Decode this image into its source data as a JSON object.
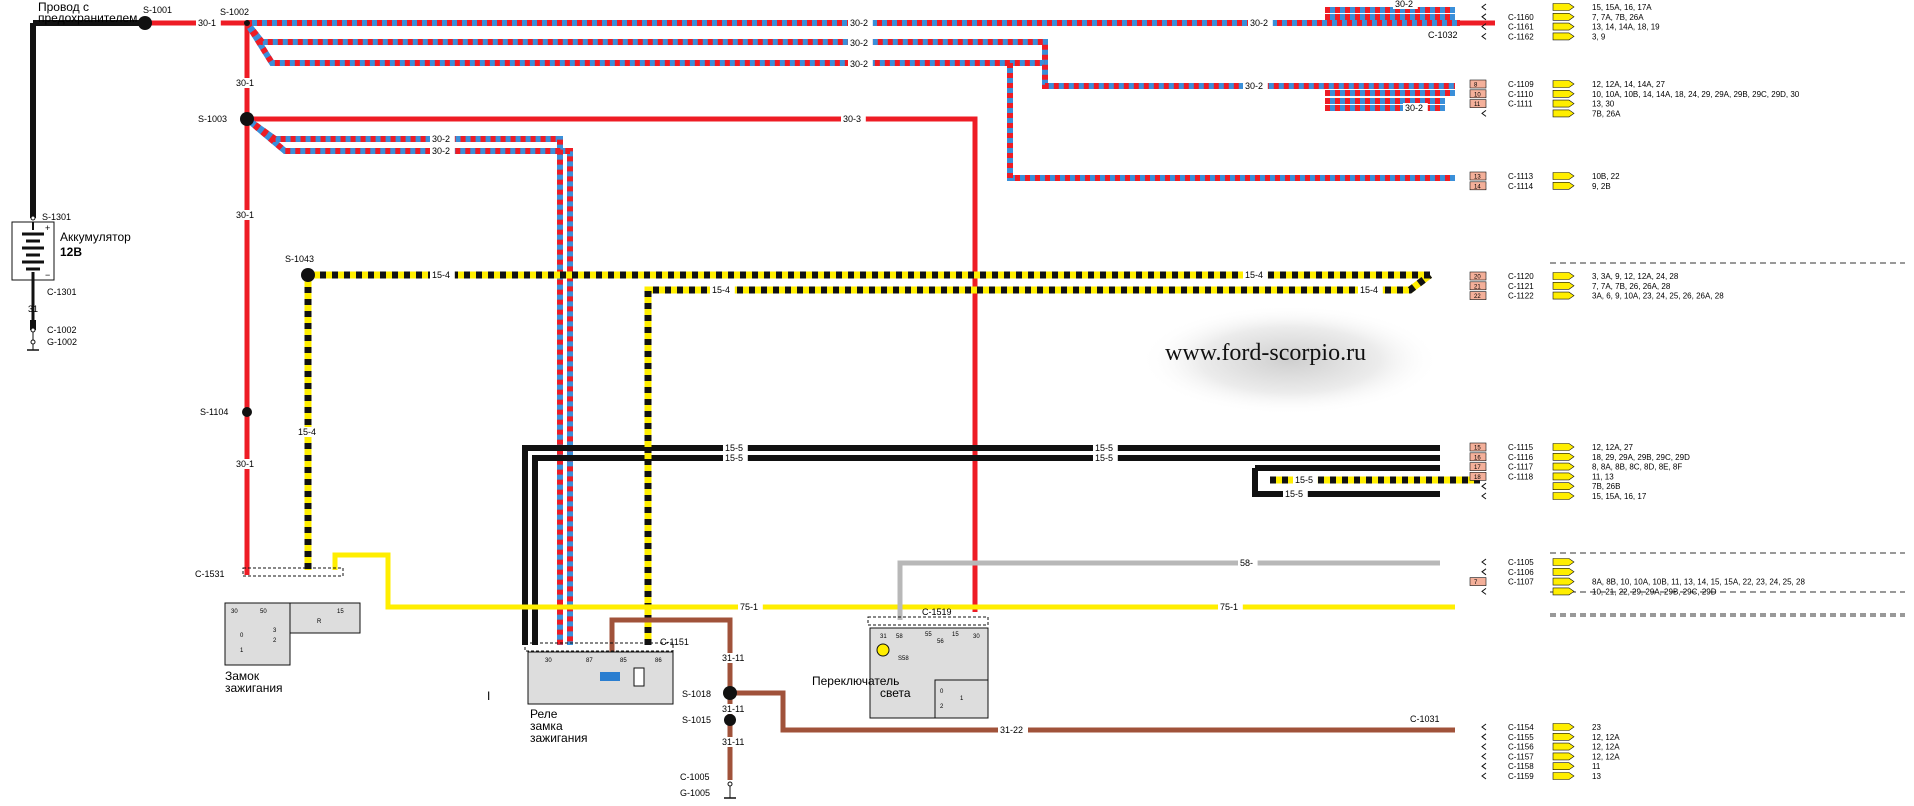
{
  "watermark": "www.ford-scorpio.ru",
  "components": {
    "fuse_wire": "Провод с\nпредохранителем",
    "battery": {
      "name": "Аккумулятор",
      "voltage": "12В"
    },
    "ignition_switch": "Замок\nзажигания",
    "ignition_relay": "Реле\nзамка\nзажигания",
    "light_switch": "Переключатель\nсвета",
    "relay_symbol": "I"
  },
  "splices": [
    {
      "id": "S-1001"
    },
    {
      "id": "S-1002"
    },
    {
      "id": "S-1003"
    },
    {
      "id": "S-1043"
    },
    {
      "id": "S-1104"
    },
    {
      "id": "S-1301"
    },
    {
      "id": "S-1018"
    },
    {
      "id": "S-1015"
    }
  ],
  "connectors_left": [
    "C-1301",
    "C-1002",
    "G-1002",
    "C-1531",
    "C-1151",
    "C-1519",
    "C-1005",
    "G-1005",
    "C-1031",
    "C-1032"
  ],
  "wires": {
    "w30_1": "30-1",
    "w30_2": "30-2",
    "w30_3": "30-3",
    "w15_4": "15-4",
    "w15_5": "15-5",
    "w75_1": "75-1",
    "w58": "58-",
    "w31_11": "31-11",
    "w31_22": "31-22",
    "w31": "31"
  },
  "switch_pins": {
    "ign": [
      "30",
      "50",
      "15",
      "R",
      "0",
      "1",
      "2",
      "3"
    ],
    "relay": [
      "30",
      "87",
      "85",
      "86"
    ],
    "light": [
      "31",
      "58",
      "55",
      "56",
      "15",
      "30",
      "S58",
      "0",
      "1",
      "2"
    ]
  },
  "connector_groups": [
    {
      "items": [
        {
          "id": "",
          "pin": "",
          "values": "15, 15A, 16, 17A"
        },
        {
          "id": "C-1160",
          "pin": "",
          "values": "7, 7A, 7B, 26A"
        },
        {
          "id": "C-1161",
          "pin": "",
          "values": "13, 14, 14A, 18, 19"
        },
        {
          "id": "C-1162",
          "pin": "",
          "values": "3, 9"
        }
      ]
    },
    {
      "items": [
        {
          "id": "C-1109",
          "pin": "8",
          "values": "12, 12A, 14, 14A, 27"
        },
        {
          "id": "C-1110",
          "pin": "10",
          "values": "10, 10A, 10B, 14, 14A, 18, 24, 29, 29A, 29B, 29C, 29D, 30"
        },
        {
          "id": "C-1111",
          "pin": "11",
          "values": "13, 30"
        },
        {
          "id": "",
          "pin": "",
          "values": "7B, 26A"
        }
      ]
    },
    {
      "items": [
        {
          "id": "C-1113",
          "pin": "13",
          "values": "10B, 22"
        },
        {
          "id": "C-1114",
          "pin": "14",
          "values": "9, 2B"
        }
      ]
    },
    {
      "items": [
        {
          "id": "C-1120",
          "pin": "20",
          "values": "3, 3A, 9, 12, 12A, 24, 28"
        },
        {
          "id": "C-1121",
          "pin": "21",
          "values": "7, 7A, 7B, 26, 26A, 28"
        },
        {
          "id": "C-1122",
          "pin": "22",
          "values": "3A, 6, 9, 10A, 23, 24, 25, 26, 26A, 28"
        }
      ]
    },
    {
      "items": [
        {
          "id": "C-1115",
          "pin": "15",
          "values": "12, 12A, 27"
        },
        {
          "id": "C-1116",
          "pin": "16",
          "values": "18, 29, 29A, 29B, 29C, 29D"
        },
        {
          "id": "C-1117",
          "pin": "17",
          "values": "8, 8A, 8B, 8C, 8D, 8E, 8F"
        },
        {
          "id": "C-1118",
          "pin": "18",
          "values": "11, 13"
        },
        {
          "id": "",
          "pin": "",
          "values": "7B, 26B"
        },
        {
          "id": "",
          "pin": "",
          "values": "15, 15A, 16, 17"
        }
      ]
    },
    {
      "items": [
        {
          "id": "C-1105",
          "pin": "",
          "values": ""
        },
        {
          "id": "C-1106",
          "pin": "",
          "values": ""
        },
        {
          "id": "C-1107",
          "pin": "7",
          "values": "8A, 8B, 10, 10A, 10B, 11, 13, 14, 15, 15A, 22, 23, 24, 25, 28"
        },
        {
          "id": "",
          "pin": "",
          "values": "10, 21, 22, 29, 29A, 29B, 29C, 29D"
        }
      ]
    },
    {
      "items": [
        {
          "id": "C-1154",
          "pin": "",
          "values": "23"
        },
        {
          "id": "C-1155",
          "pin": "",
          "values": "12, 12A"
        },
        {
          "id": "C-1156",
          "pin": "",
          "values": "12, 12A"
        },
        {
          "id": "C-1157",
          "pin": "",
          "values": "12, 12A"
        },
        {
          "id": "C-1158",
          "pin": "",
          "values": "11"
        },
        {
          "id": "C-1159",
          "pin": "",
          "values": "13"
        }
      ]
    }
  ],
  "colors": {
    "red": "#ee1c25",
    "blue": "#3a8fd9",
    "yellow": "#ffee00",
    "black": "#111111",
    "grey": "#b8b8b8",
    "brown": "#a0523a",
    "pin_box": "#f4b09a"
  }
}
